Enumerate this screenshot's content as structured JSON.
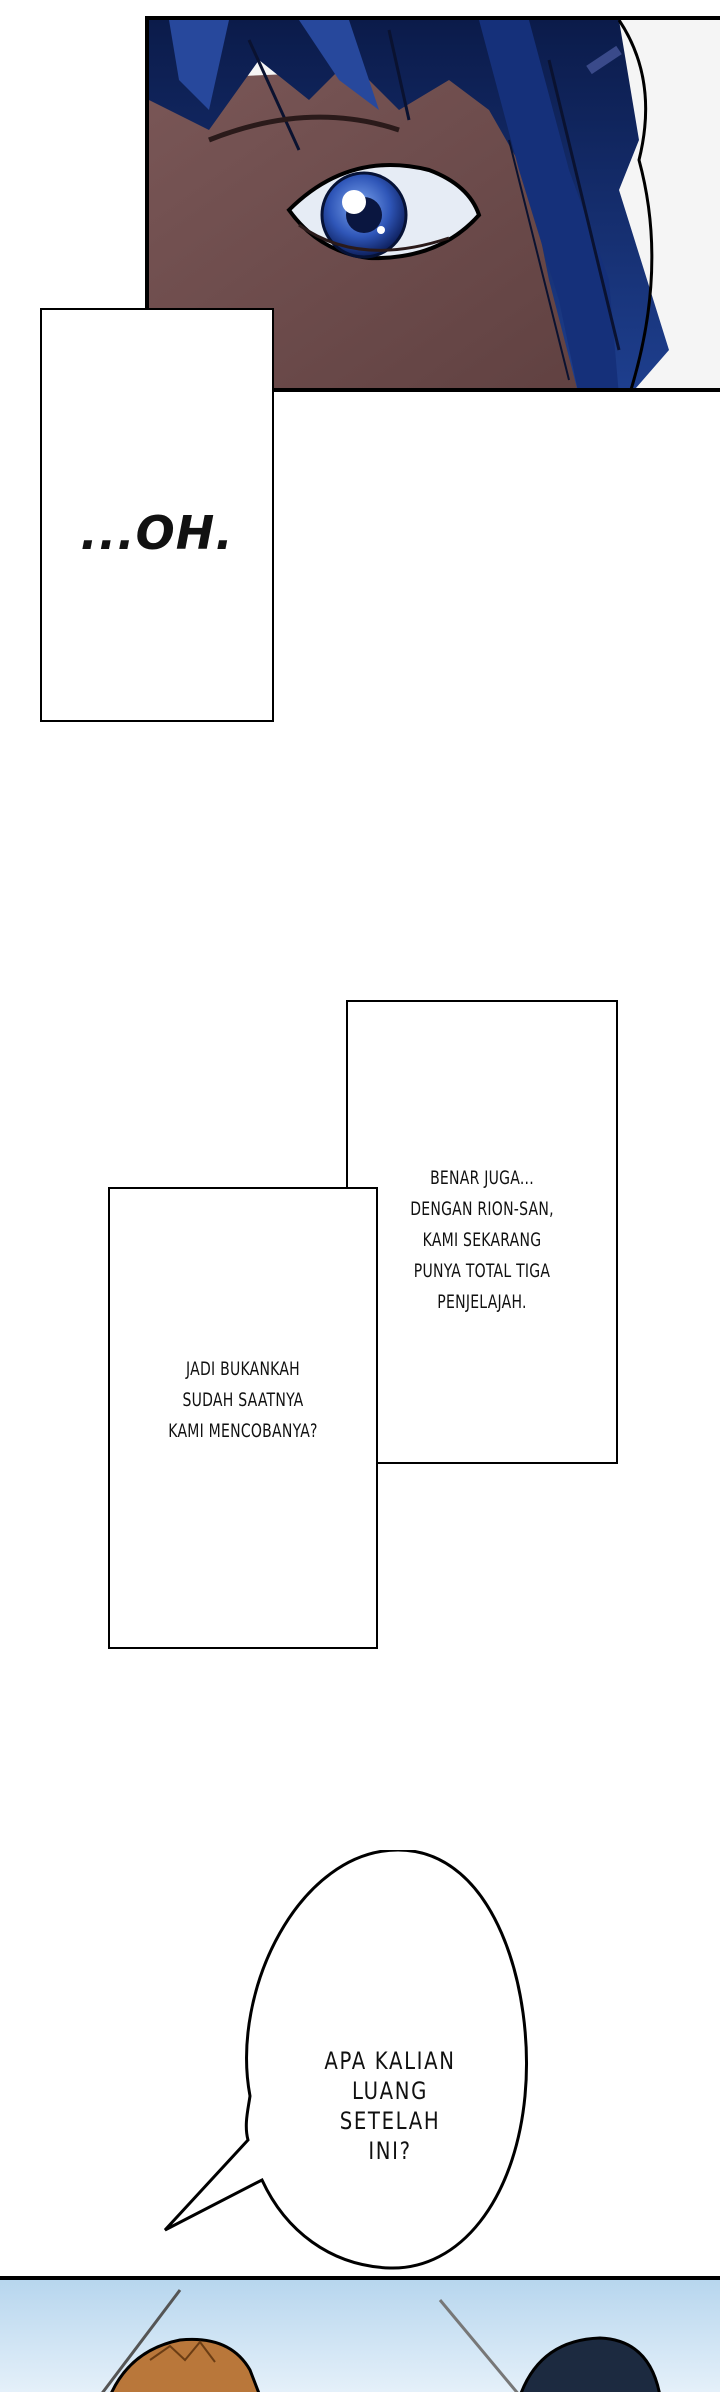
{
  "caption_box": {
    "text": "...OH."
  },
  "narration_upper": {
    "lines": [
      "BENAR JUGA...",
      "DENGAN RION-SAN,",
      "KAMI SEKARANG",
      "PUNYA TOTAL TIGA",
      "PENJELAJAH."
    ]
  },
  "narration_lower": {
    "lines": [
      "JADI BUKANKAH",
      "SUDAH SAATNYA",
      "KAMI MENCOBANYA?"
    ]
  },
  "speech_balloon": {
    "lines": [
      "APA KALIAN",
      "LUANG",
      "SETELAH",
      "INI?"
    ]
  },
  "colors": {
    "hair_dark": "#0b1b4a",
    "hair_mid": "#1e3f8f",
    "iris": "#2f56b8",
    "skin_shadow": "#6c4c4c",
    "sky": "#cfe4f4",
    "hair_brown": "#b9773a"
  }
}
